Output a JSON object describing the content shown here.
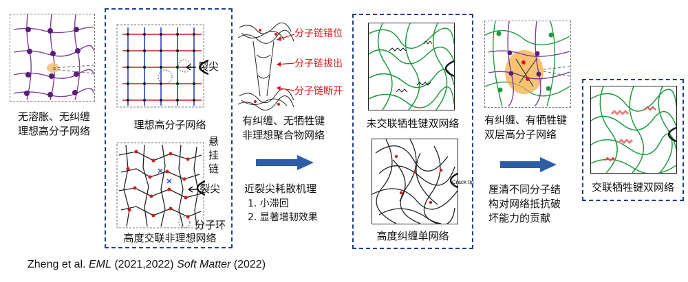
{
  "citation": {
    "authors": "Zheng et al.",
    "journal1": "EML",
    "years1": "(2021,2022)",
    "journal2": "Soft Matter",
    "years2": "(2022)"
  },
  "labels": {
    "ideal_swollen": "无溶胀、无纠缠",
    "ideal_swollen_2": "理想高分子网络",
    "ideal_network": "理想高分子网络",
    "crack_tip_1": "裂尖",
    "dangling_chain_1": "悬",
    "dangling_chain_2": "挂",
    "dangling_chain_3": "链",
    "crack_tip_2": "裂尖",
    "molecular_loop": "分子环",
    "nonideal_network": "高度交联非理想网络",
    "dislocation": "分子链错位",
    "pullout": "分子链拔出",
    "scission": "分子链断开",
    "entangled_line1": "有纠缠、无牺牲键",
    "entangled_line2": "非理想聚合物网络",
    "mechanism_title": "近裂尖耗散机理",
    "mechanism_1": "1. 小滞回",
    "mechanism_2": "2. 显著增韧效果",
    "uncrosslinked_double": "未交联牺牲键双网络",
    "crack_tip_en": "Crack tip",
    "entangled_single": "高度纠缠单网络",
    "bilayer_line1": "有纠缠、有牺牲键",
    "bilayer_line2": "双层高分子网络",
    "clarify_line1": "厘清不同分子结",
    "clarify_line2": "构对网络抵抗破",
    "clarify_line3": "坏能力的贡献",
    "crosslinked_double": "交联牺牲键双网络"
  },
  "colors": {
    "frame_blue": "#1f3f8f",
    "arrow_blue": "#2f5ea8",
    "node_purple": "#5b1e78",
    "chain_purple": "#7a3d9a",
    "chain_green": "#1f9a3e",
    "chain_red": "#d11a1a",
    "halo_orange": "#f2a93b",
    "sacrificial_pink": "#e58a8a"
  }
}
